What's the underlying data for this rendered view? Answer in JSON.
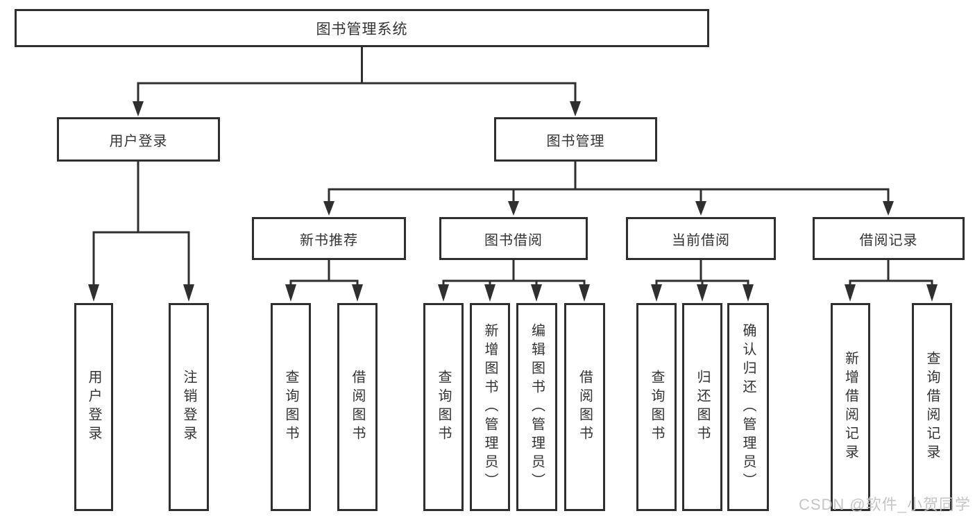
{
  "diagram": {
    "root": {
      "label": "图书管理系统"
    },
    "level2": [
      {
        "label": "用户登录"
      },
      {
        "label": "图书管理"
      }
    ],
    "level3": [
      {
        "label": "新书推荐",
        "parent": "图书管理"
      },
      {
        "label": "图书借阅",
        "parent": "图书管理"
      },
      {
        "label": "当前借阅",
        "parent": "图书管理"
      },
      {
        "label": "借阅记录",
        "parent": "图书管理"
      }
    ],
    "leaves": [
      {
        "label": "用户登录",
        "parent": "用户登录"
      },
      {
        "label": "注销登录",
        "parent": "用户登录"
      },
      {
        "label": "查询图书",
        "parent": "新书推荐"
      },
      {
        "label": "借阅图书",
        "parent": "新书推荐"
      },
      {
        "label": "查询图书",
        "parent": "图书借阅"
      },
      {
        "label": "新增图书（管理员）",
        "parent": "图书借阅"
      },
      {
        "label": "编辑图书（管理员）",
        "parent": "图书借阅"
      },
      {
        "label": "借阅图书",
        "parent": "图书借阅"
      },
      {
        "label": "查询图书",
        "parent": "当前借阅"
      },
      {
        "label": "归还图书",
        "parent": "当前借阅"
      },
      {
        "label": "确认归还（管理员）",
        "parent": "当前借阅"
      },
      {
        "label": "新增借阅记录",
        "parent": "借阅记录"
      },
      {
        "label": "查询借阅记录",
        "parent": "借阅记录"
      }
    ]
  },
  "watermark": {
    "text": "CSDN @软件_小贺同学"
  },
  "colors": {
    "line": "#2f2f2f",
    "box_border": "#2f2f2f",
    "box_fill": "#ffffff",
    "text": "#333333",
    "watermark": "#c5c5c5",
    "background": "#ffffff"
  }
}
